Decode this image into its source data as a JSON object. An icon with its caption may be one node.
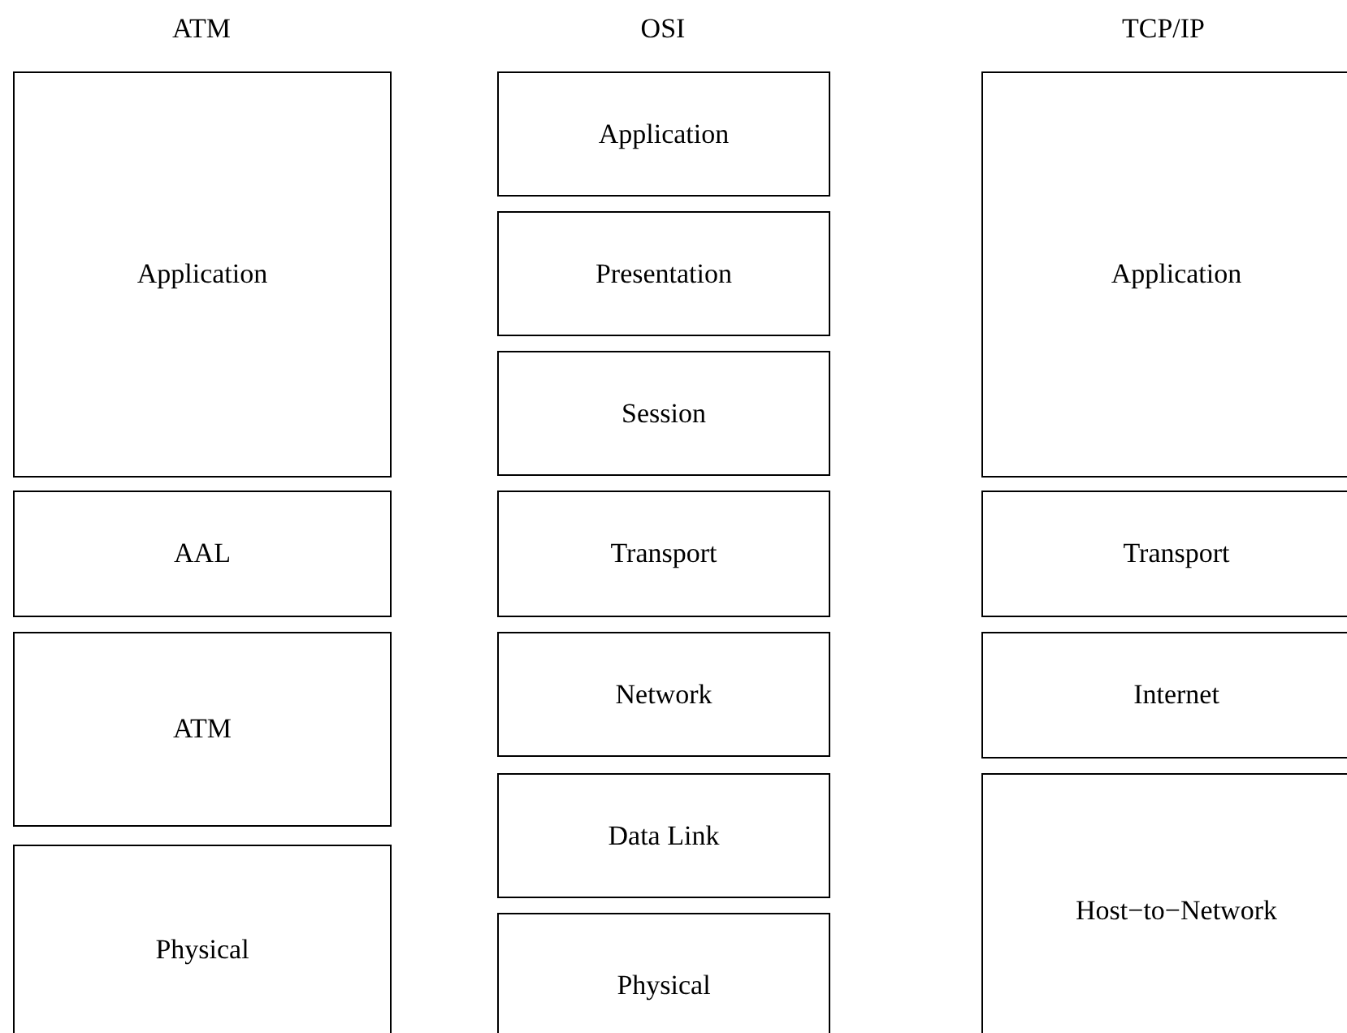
{
  "diagram": {
    "nodes": [
      {
        "text": [
          "Application"
        ]
      },
      {
        "text": [
          "AAL"
        ]
      },
      {
        "text": [
          "ATM"
        ]
      },
      {
        "text": [
          "Physical"
        ]
      },
      {
        "text": [
          "Application"
        ]
      },
      {
        "text": [
          "Presentation"
        ]
      },
      {
        "text": [
          "Session"
        ]
      },
      {
        "text": [
          "Transport"
        ]
      },
      {
        "text": [
          "Network"
        ]
      },
      {
        "text": [
          "Data Link"
        ]
      },
      {
        "text": [
          "Physical"
        ]
      },
      {
        "text": [
          "Application"
        ]
      },
      {
        "text": [
          "Transport"
        ]
      },
      {
        "text": [
          "Internet"
        ]
      },
      {
        "text": [
          "Host−to−Network"
        ]
      }
    ],
    "labels": [
      "ATM",
      "OSI",
      "TCP/IP"
    ]
  }
}
